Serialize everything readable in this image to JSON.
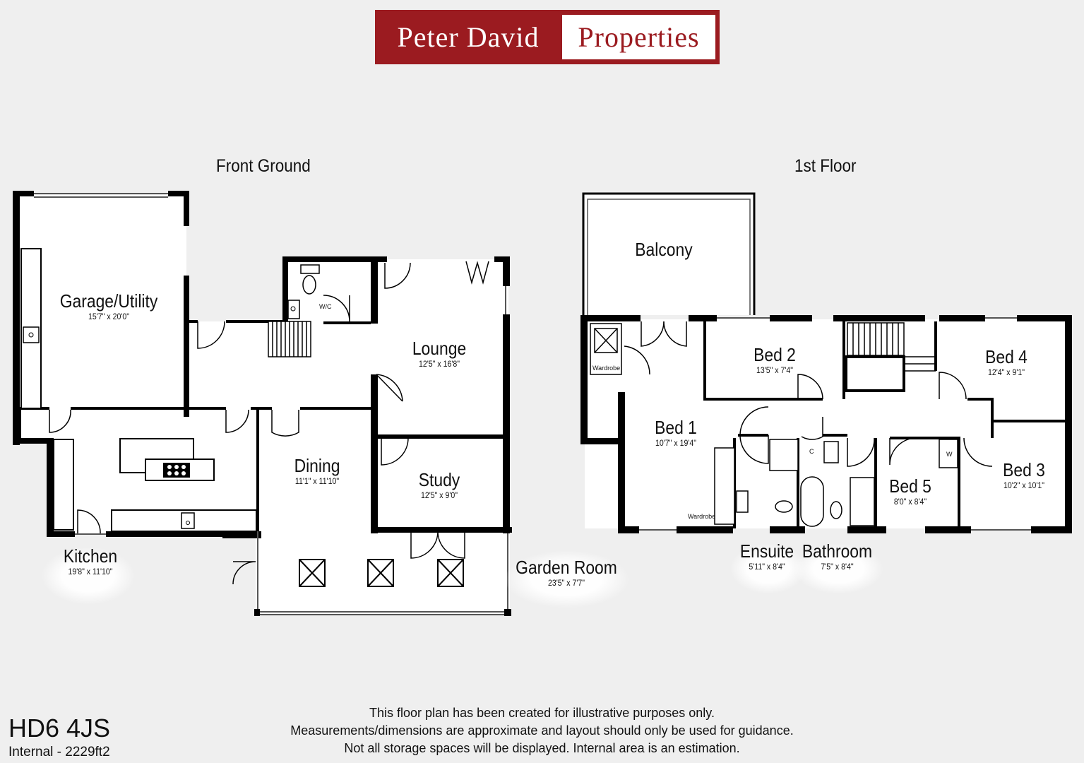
{
  "logo": {
    "left": "Peter David",
    "right": "Properties"
  },
  "floors": {
    "ground": {
      "title": "Front Ground",
      "rooms": {
        "garage": {
          "name": "Garage/Utility",
          "dims": "15'7\" x 20'0\""
        },
        "lounge": {
          "name": "Lounge",
          "dims": "12'5\" x 16'8\""
        },
        "dining": {
          "name": "Dining",
          "dims": "11'1\" x 11'10\""
        },
        "study": {
          "name": "Study",
          "dims": "12'5\" x 9'0\""
        },
        "kitchen": {
          "name": "Kitchen",
          "dims": "19'8\" x 11'10\""
        },
        "garden_room": {
          "name": "Garden Room",
          "dims": "23'5\" x 7'7\""
        },
        "wc": {
          "name": "W/C"
        }
      }
    },
    "first": {
      "title": "1st Floor",
      "rooms": {
        "balcony": {
          "name": "Balcony"
        },
        "bed1": {
          "name": "Bed 1",
          "dims": "10'7\" x 19'4\""
        },
        "bed2": {
          "name": "Bed 2",
          "dims": "13'5\" x 7'4\""
        },
        "bed3": {
          "name": "Bed 3",
          "dims": "10'2\" x 10'1\""
        },
        "bed4": {
          "name": "Bed 4",
          "dims": "12'4\" x 9'1\""
        },
        "bed5": {
          "name": "Bed 5",
          "dims": "8'0\" x 8'4\""
        },
        "ensuite": {
          "name": "Ensuite",
          "dims": "5'11\" x 8'4\""
        },
        "bathroom": {
          "name": "Bathroom",
          "dims": "7'5\" x 8'4\""
        },
        "wardrobe": "Wardrobe",
        "cupboard": "C",
        "w": "W"
      }
    }
  },
  "footer": {
    "postcode": "HD6 4JS",
    "internal_area": "Internal - 2229ft2",
    "disclaimer": [
      "This floor plan has been created for illustrative purposes only.",
      "Measurements/dimensions are approximate and layout should only be used for guidance.",
      "Not all storage spaces will be displayed. Internal area is an estimation."
    ]
  },
  "colors": {
    "brand": "#9b1b20",
    "wall": "#000000",
    "floor": "#ffffff",
    "background": "#efefef"
  }
}
